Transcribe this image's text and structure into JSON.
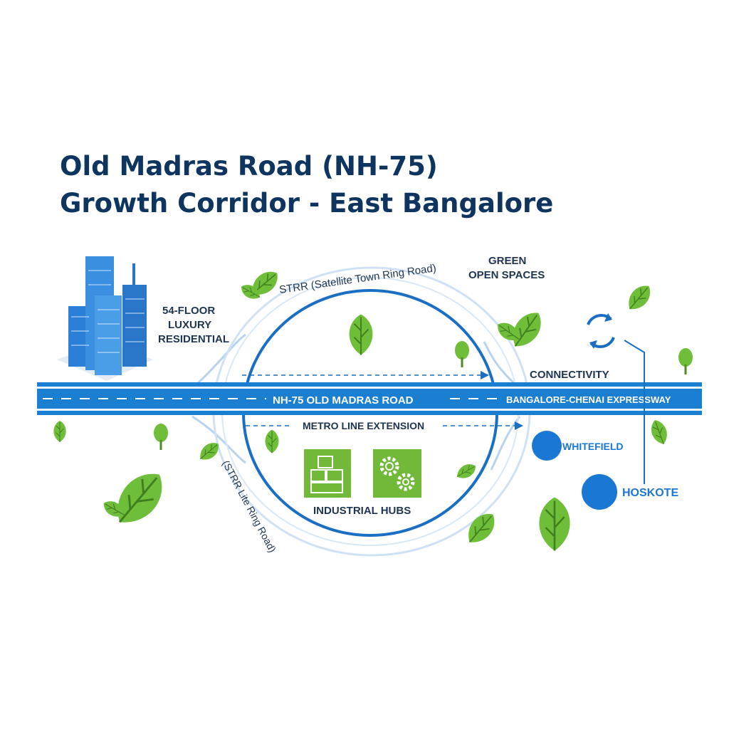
{
  "title": {
    "line1": "Old Madras Road (NH-75)",
    "line2": "Growth Corridor - East Bangalore"
  },
  "labels": {
    "residential": [
      "54-FLOOR",
      "LUXURY",
      "RESIDENTIAL"
    ],
    "strr_top": "STRR (Satellite Town Ring Road)",
    "strr_bottom": "(STRR Lite Ring Road)",
    "green_spaces": [
      "GREEN",
      "OPEN SPACES"
    ],
    "connectivity": "CONNECTIVITY",
    "highway": "NH-75 OLD MADRAS ROAD",
    "expressway": "BANGALORE-CHENAI EXPRESSWAY",
    "metro": "METRO LINE EXTENSION",
    "industrial": "INDUSTRIAL HUBS",
    "whitefield": "WHITEFIELD",
    "hoskote": "HOSKOTE"
  },
  "icons": {
    "buildings": "skyscraper-cluster-icon",
    "warehouse": "warehouse-boxes-icon",
    "gears": "gears-icon",
    "refresh": "circular-arrows-icon",
    "leaf": "leaf-icon",
    "tree": "tree-icon"
  },
  "colors": {
    "title": "#0e3560",
    "road_blue": "#1b7fd1",
    "ring_blue": "#1a6fc4",
    "leaf_green": "#6fbe3a",
    "industrial_green": "#72b93a"
  }
}
